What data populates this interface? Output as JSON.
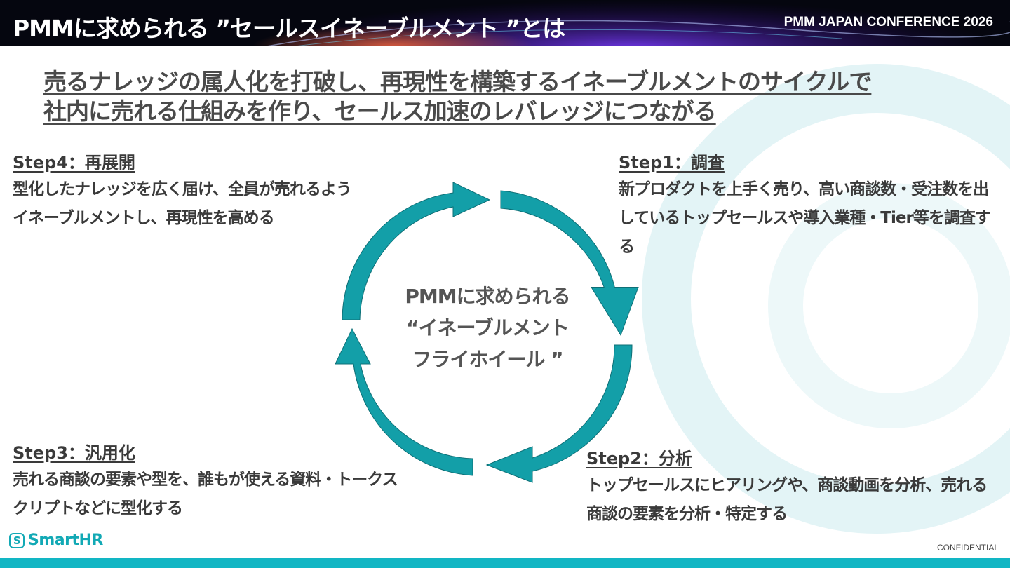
{
  "header": {
    "title": "PMMに求められる ”セールスイネーブルメント ”とは",
    "conference": "PMM JAPAN CONFERENCE 2026"
  },
  "headline": {
    "line1": "売るナレッジの属人化を打破し、再現性を構築するイネーブルメントのサイクルで",
    "line2": "社内に売れる仕組みを作り、セールス加速のレバレッジにつながる"
  },
  "cycle": {
    "center_line1": "PMMに求められる",
    "center_line2": "“イネーブルメント",
    "center_line3": "フライホイール ”"
  },
  "steps": {
    "step1": {
      "title": "Step1：調査",
      "desc": "新プロダクトを上手く売り、高い商談数・受注数を出しているトップセールスや導入業種・Tier等を調査する"
    },
    "step2": {
      "title": "Step2：分析",
      "desc": "トップセールスにヒアリングや、商談動画を分析、売れる商談の要素を分析・特定する"
    },
    "step3": {
      "title": "Step3：汎用化",
      "desc": "売れる商談の要素や型を、誰もが使える資料・トークスクリプトなどに型化する"
    },
    "step4": {
      "title": "Step4：再展開",
      "desc": "型化したナレッジを広く届け、全員が売れるようイネーブルメントし、再現性を高める"
    }
  },
  "footer": {
    "logo_mark": "S",
    "logo_text": "SmartHR",
    "confidential": "CONFIDENTIAL"
  },
  "colors": {
    "accent": "#12a9b5",
    "arrow": "#139fa8",
    "header_bg": "#05060f",
    "bottom_bar": "#12b6c4"
  }
}
